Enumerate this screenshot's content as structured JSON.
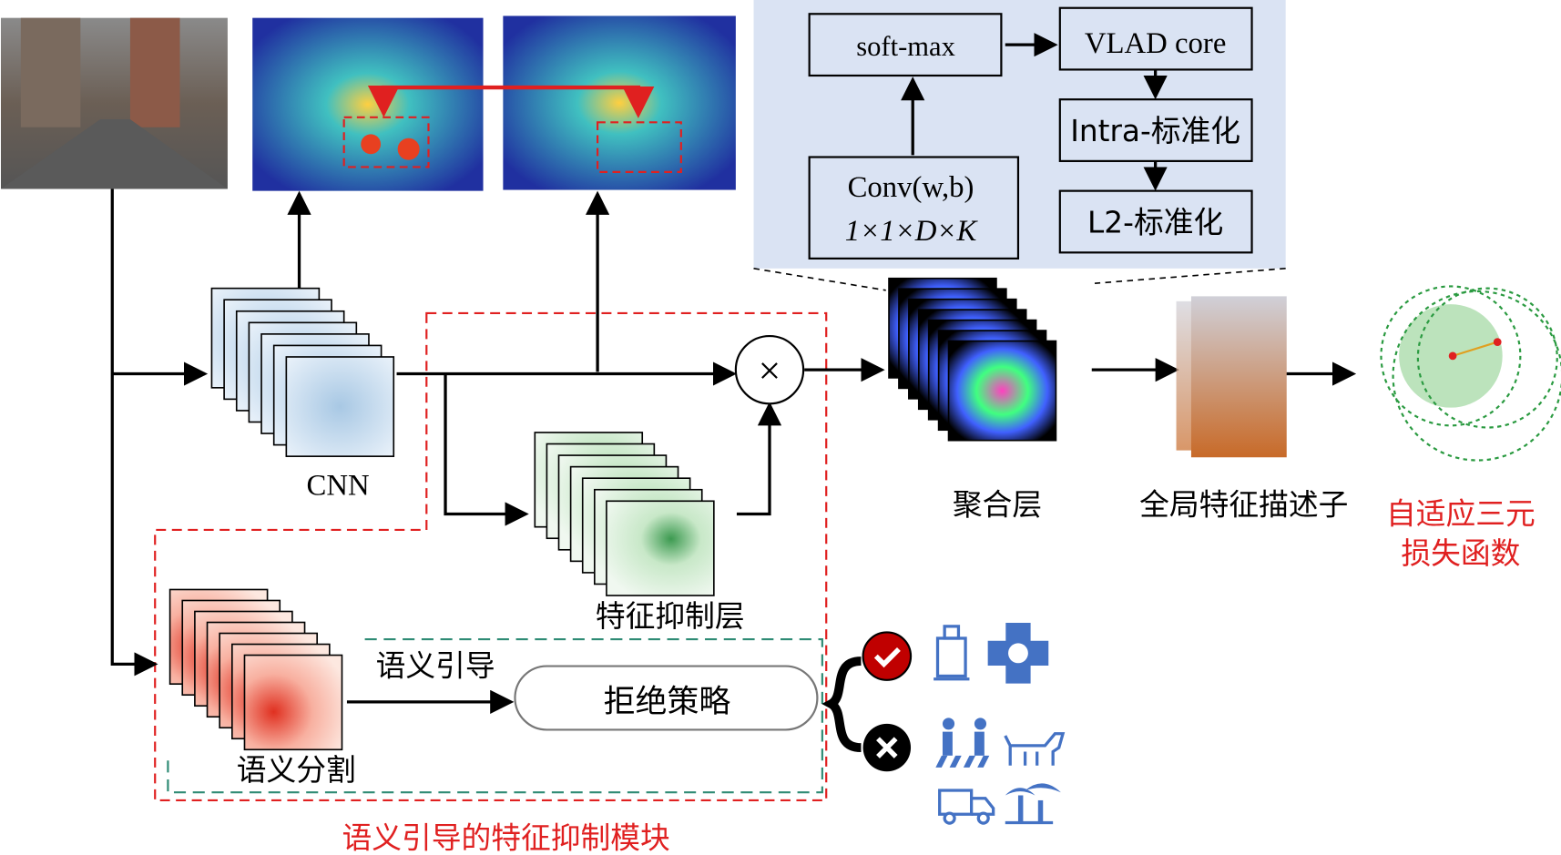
{
  "vlad_panel": {
    "softmax": "soft-max",
    "vlad_core": "VLAD core",
    "intra_norm": "Intra-标准化",
    "l2_norm": "L2-标准化",
    "conv_line1": "Conv(w,b)",
    "conv_line2": "1×1×D×K"
  },
  "labels": {
    "cnn": "CNN",
    "suppression_layer": "特征抑制层",
    "aggregation_layer": "聚合层",
    "global_descriptor": "全局特征描述子",
    "loss_line1": "自适应三元",
    "loss_line2": "损失函数",
    "semantic_guide": "语义引导",
    "reject_strategy": "拒绝策略",
    "semantic_seg": "语义分割",
    "module_title": "语义引导的特征抑制模块",
    "multiply": "×"
  },
  "colors": {
    "red": "#e02020",
    "panel": "#dae3f3",
    "icon_blue": "#4472c4",
    "teal": "#2e8b74"
  }
}
